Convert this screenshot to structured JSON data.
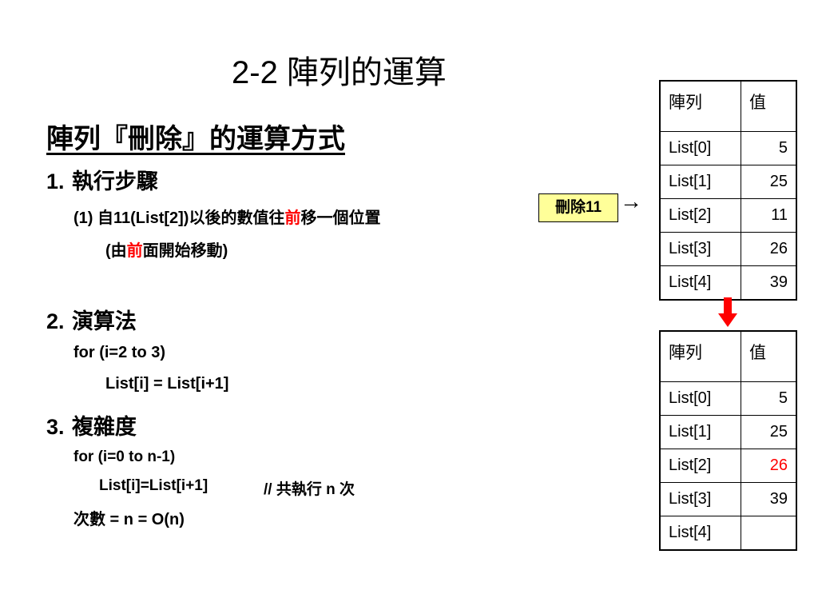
{
  "title": "2-2  陣列的運算",
  "heading": "陣列『刪除』的運算方式",
  "section1": {
    "num": "1.",
    "label": "執行步驟",
    "step_prefix": "(1) 自11(List[2])以後的數值往",
    "step_red": "前",
    "step_suffix": "移一個位置",
    "sub_open": "(由",
    "sub_red": "前",
    "sub_close": "面開始移動)"
  },
  "section2": {
    "num": "2.",
    "label": "演算法",
    "line1": "for (i=2 to 3)",
    "line2": "List[i] = List[i+1]"
  },
  "section3": {
    "num": "3.",
    "label": "複雜度",
    "line1": "for (i=0 to n-1)",
    "line2": "List[i]=List[i+1]",
    "comment": "// 共執行 n 次",
    "line3": "次數 = n = O(n)"
  },
  "delete_tag": "刪除11",
  "arrow_right": "→",
  "colors": {
    "highlight": "#ff0000",
    "tag_bg": "#ffff99"
  },
  "table_before": {
    "headers": [
      "陣列",
      "值"
    ],
    "rows": [
      [
        "List[0]",
        "5"
      ],
      [
        "List[1]",
        "25"
      ],
      [
        "List[2]",
        "11"
      ],
      [
        "List[3]",
        "26"
      ],
      [
        "List[4]",
        "39"
      ]
    ]
  },
  "table_after": {
    "headers": [
      "陣列",
      "值"
    ],
    "rows": [
      [
        "List[0]",
        "5"
      ],
      [
        "List[1]",
        "25"
      ],
      [
        "List[2]",
        "26"
      ],
      [
        "List[3]",
        "39"
      ],
      [
        "List[4]",
        ""
      ]
    ]
  }
}
